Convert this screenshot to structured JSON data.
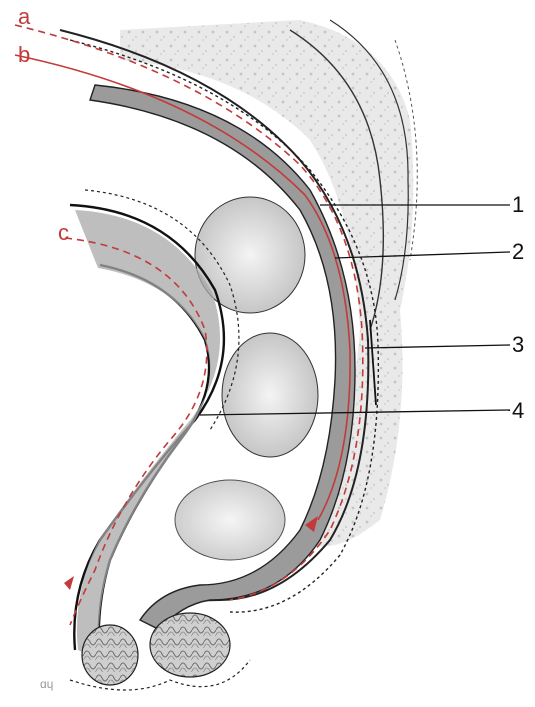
{
  "figure": {
    "curve_labels": {
      "a": "a",
      "b": "b",
      "c": "c"
    },
    "number_labels": {
      "n1": "1",
      "n2": "2",
      "n3": "3",
      "n4": "4"
    },
    "corner_mark": "ɑɥ"
  },
  "colors": {
    "red_line": "#c23a3a",
    "tissue_fill": "#d9d9d9",
    "mucosa_grey": "#9b9b9b",
    "outline": "#222222",
    "background": "#ffffff"
  }
}
